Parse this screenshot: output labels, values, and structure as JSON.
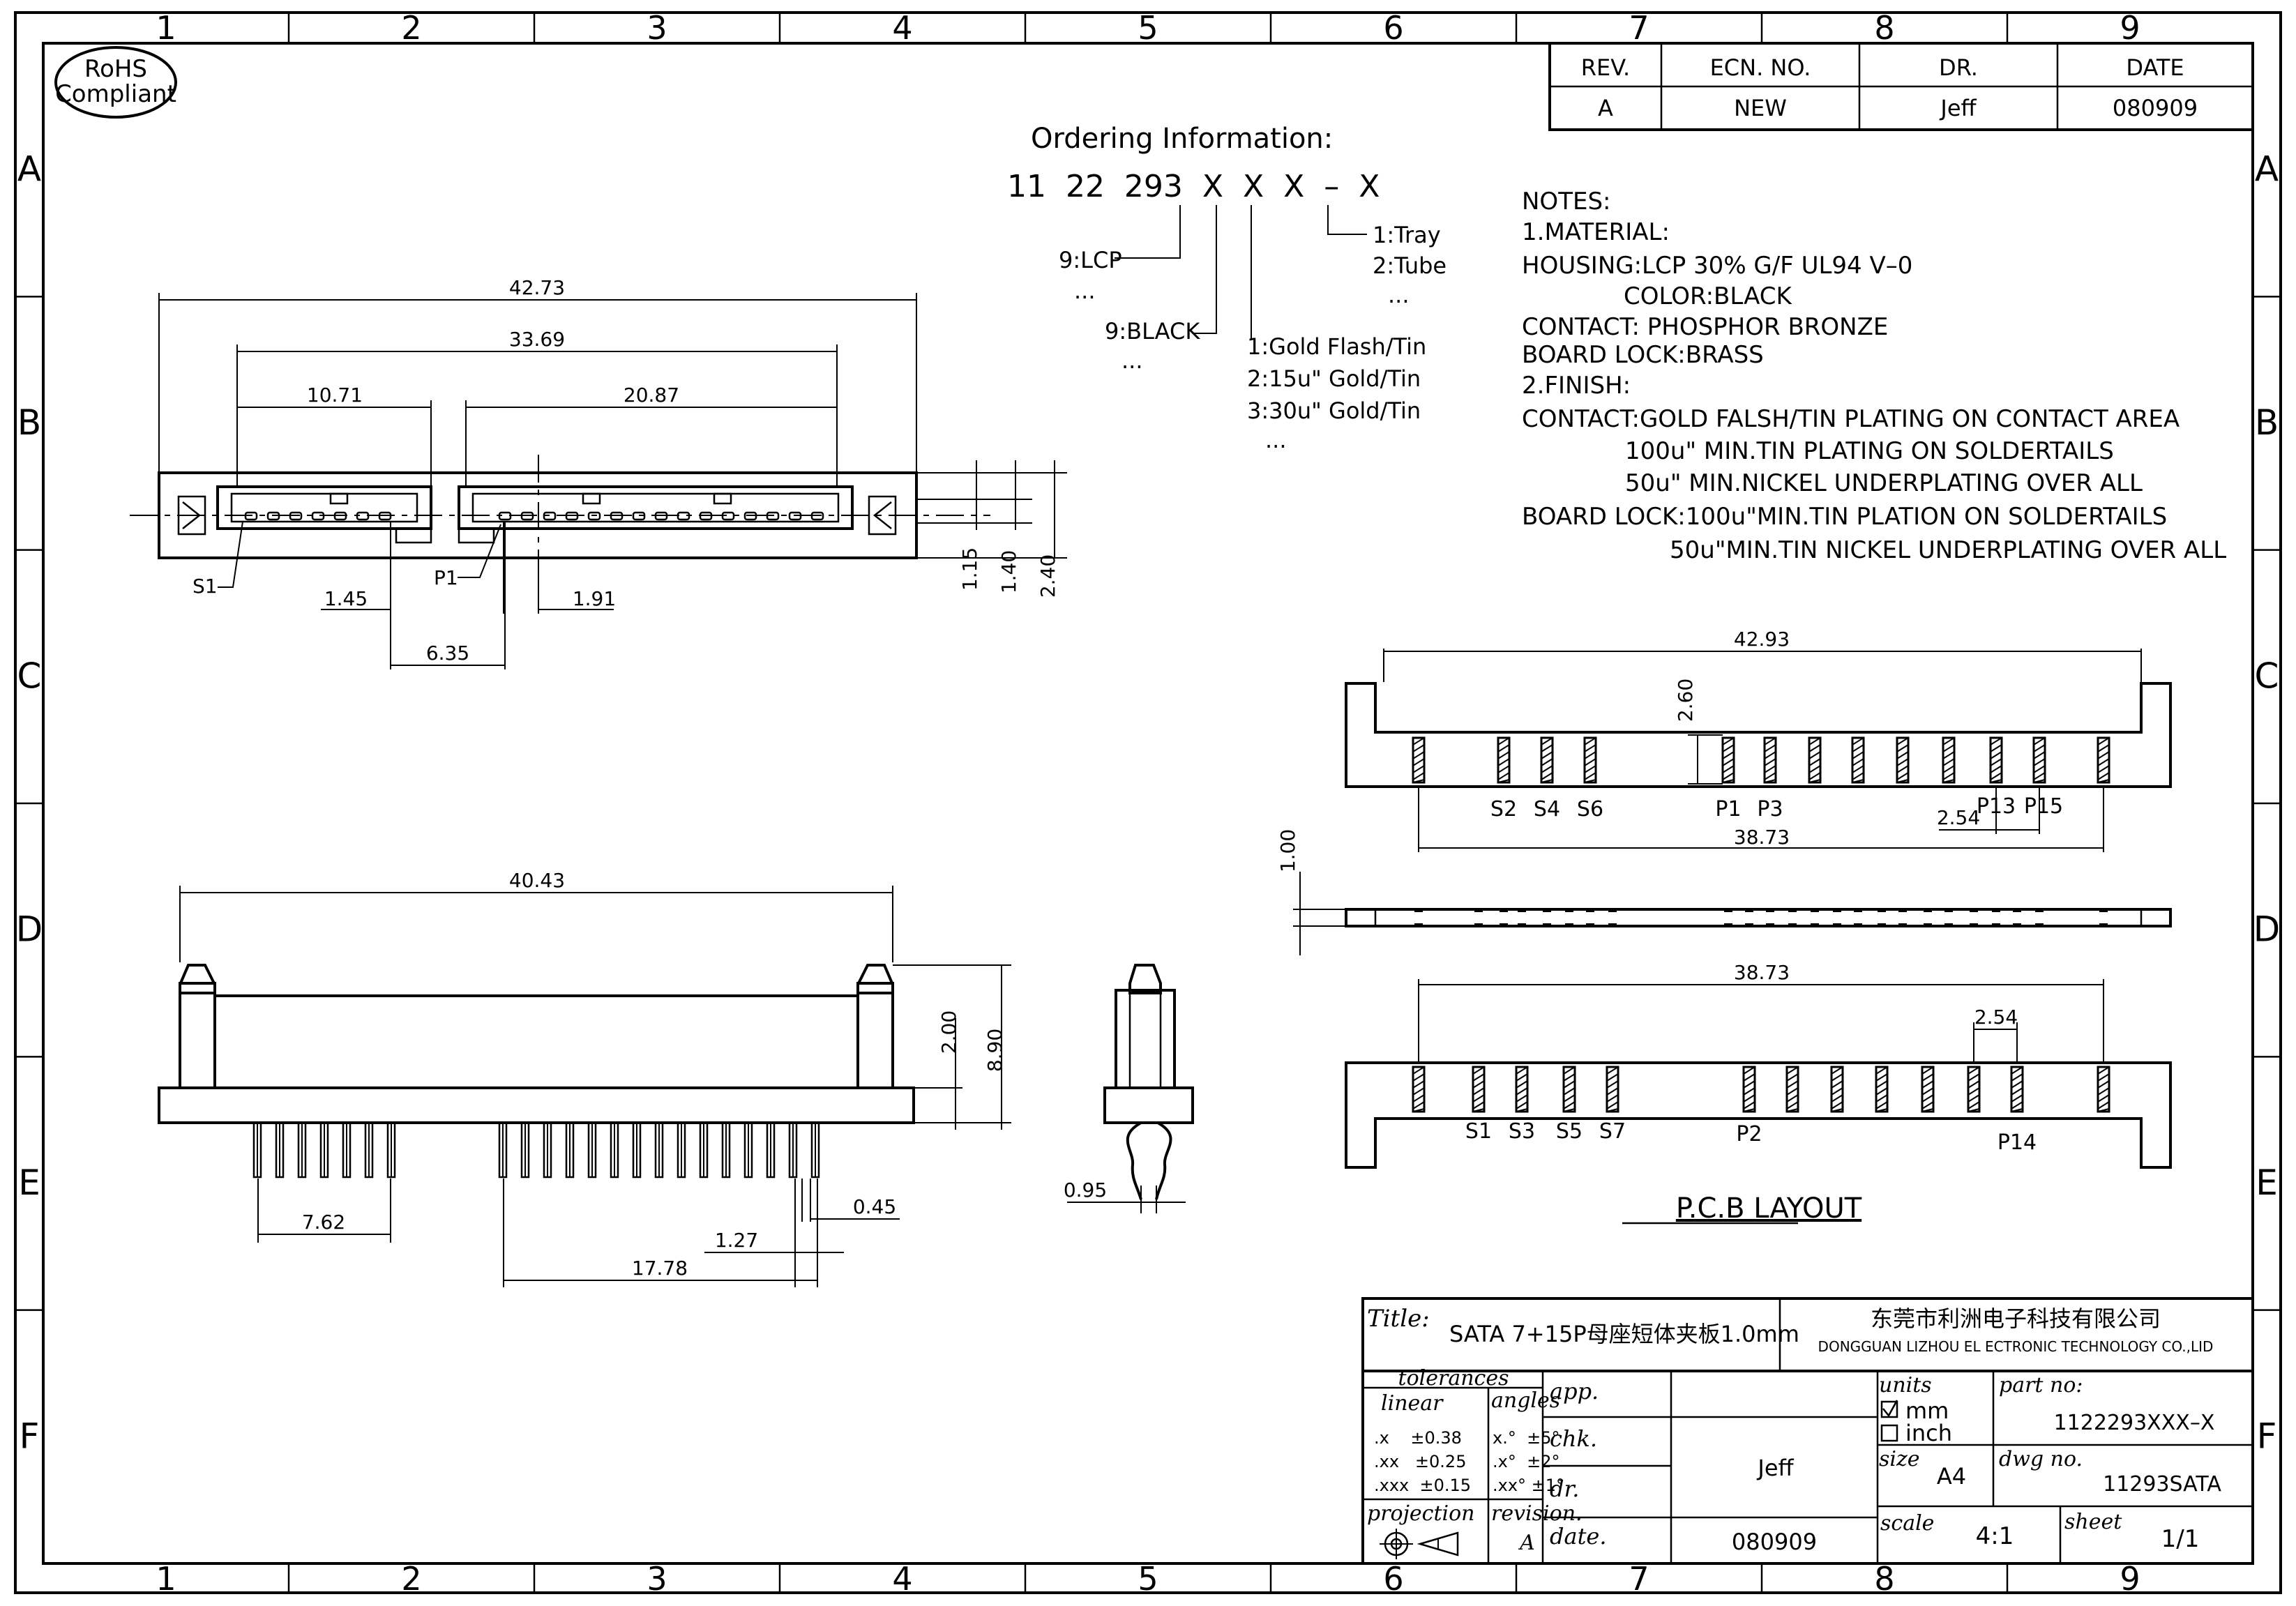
{
  "frame": {
    "cols": [
      "1",
      "2",
      "3",
      "4",
      "5",
      "6",
      "7",
      "8",
      "9"
    ],
    "rows": [
      "A",
      "B",
      "C",
      "D",
      "E",
      "F"
    ]
  },
  "badge": {
    "line1": "RoHS",
    "line2": "Compliant"
  },
  "revision_table": {
    "headers": [
      "REV.",
      "ECN.  NO.",
      "DR.",
      "DATE"
    ],
    "values": [
      "A",
      "NEW",
      "Jeff",
      "080909"
    ]
  },
  "ordering": {
    "title": "Ordering Information:",
    "code": "11  22  293  X  X  X  –  X",
    "material": [
      "9:LCP",
      "..."
    ],
    "color": [
      "9:BLACK",
      "..."
    ],
    "plating": [
      "1:Gold Flash/Tin",
      "2:15u\" Gold/Tin",
      "3:30u\" Gold/Tin",
      "..."
    ],
    "packing": [
      "1:Tray",
      "2:Tube",
      "..."
    ]
  },
  "notes": [
    "NOTES:",
    "1.MATERIAL:",
    "HOUSING:LCP 30% G/F UL94 V–0",
    "COLOR:BLACK",
    "CONTACT: PHOSPHOR BRONZE",
    "BOARD LOCK:BRASS",
    "2.FINISH:",
    "CONTACT:GOLD FALSH/TIN PLATING ON CONTACT AREA",
    "100u\" MIN.TIN PLATING ON SOLDERTAILS",
    "50u\" MIN.NICKEL UNDERPLATING OVER ALL",
    "BOARD LOCK:100u\"MIN.TIN PLATION ON SOLDERTAILS",
    "50u\"MIN.TIN NICKEL UNDERPLATING OVER ALL"
  ],
  "top_view": {
    "dims": [
      "42.73",
      "33.69",
      "10.71",
      "20.87",
      "1.45",
      "1.91",
      "6.35",
      "1.15",
      "1.40",
      "2.40"
    ],
    "labels": [
      "S1",
      "P1"
    ]
  },
  "front_view": {
    "dims": [
      "40.43",
      "2.00",
      "8.90",
      "7.62",
      "0.45",
      "1.27",
      "17.78"
    ]
  },
  "side_view": {
    "dims": [
      "0.95"
    ]
  },
  "pcb_top": {
    "dims": [
      "42.93",
      "2.60",
      "2.54",
      "38.73"
    ],
    "labels": [
      "S2",
      "S4",
      "S6",
      "P1",
      "P3",
      "P13",
      "P15"
    ]
  },
  "pcb_mid": {
    "dims": [
      "1.00"
    ]
  },
  "pcb_bottom": {
    "dims": [
      "38.73",
      "2.54"
    ],
    "labels": [
      "S1",
      "S3",
      "S5",
      "S7",
      "P2",
      "P14"
    ]
  },
  "pcb_title": "P.C.B  LAYOUT",
  "title_block": {
    "title_label": "Title:",
    "title": "SATA 7+15P母座短体夹板1.0mm",
    "company_cn": "东莞市利洲电子科技有限公司",
    "company_en": "DONGGUAN LIZHOU EL ECTRONIC TECHNOLOGY CO.,LID",
    "tolerances_label": "tolerances",
    "linear_label": "linear",
    "angles_label": "angles",
    "linear": [
      ".x    ±0.38",
      ".xx   ±0.25",
      ".xxx  ±0.15"
    ],
    "angles": [
      "x.°  ±5°",
      ".x°  ±2°",
      ".xx° ±1°"
    ],
    "projection_label": "projection",
    "revision_label": "revision.",
    "revision": "A",
    "app_label": "app.",
    "chk_label": "chk.",
    "dr_label": "dr.",
    "date_label": "date.",
    "drawer": "Jeff",
    "date": "080909",
    "units_label": "units",
    "unit_mm": "mm",
    "unit_inch": "inch",
    "size_label": "size",
    "size": "A4",
    "part_no_label": "part no:",
    "part_no": "1122293XXX–X",
    "dwg_no_label": "dwg no.",
    "dwg_no": "11293SATA",
    "scale_label": "scale",
    "scale": "4:1",
    "sheet_label": "sheet",
    "sheet": "1/1"
  }
}
